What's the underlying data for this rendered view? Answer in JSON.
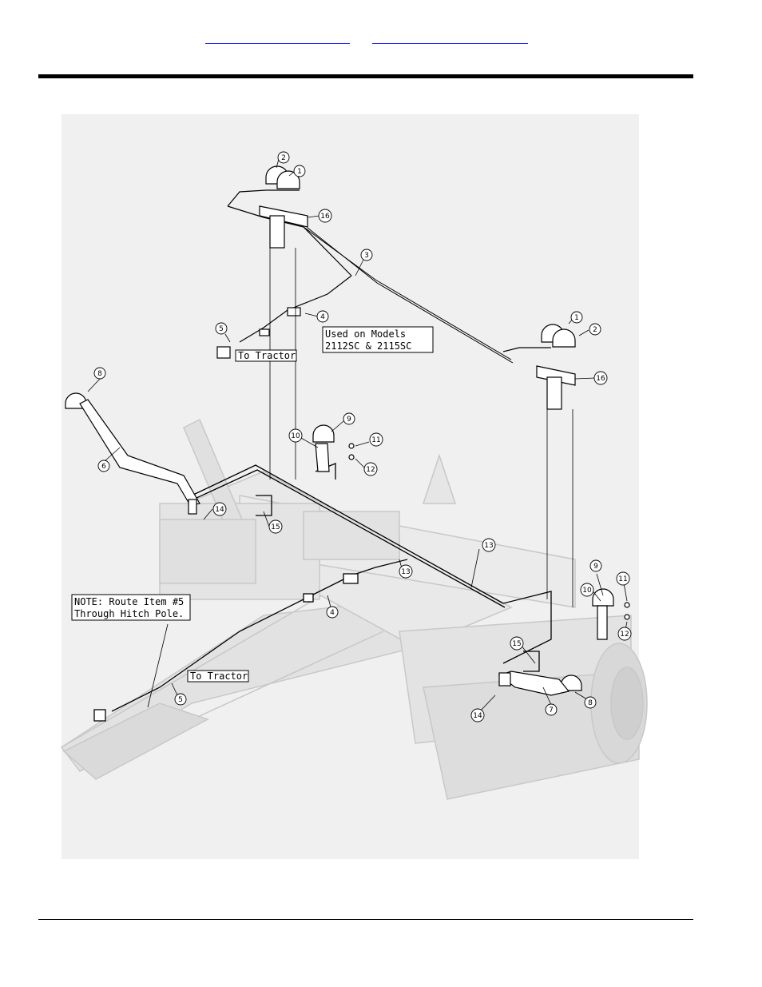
{
  "header": {
    "links": [
      "",
      ""
    ]
  },
  "diagram": {
    "callouts": {
      "c1a": "1",
      "c2a": "2",
      "c16a": "16",
      "c3": "3",
      "c4a": "4",
      "c5a": "5",
      "c1b": "1",
      "c2b": "2",
      "c16b": "16",
      "c8a": "8",
      "c6": "6",
      "c9a": "9",
      "c10a": "10",
      "c11a": "11",
      "c12a": "12",
      "c14a": "14",
      "c15a": "15",
      "c13a": "13",
      "c13b": "13",
      "c4b": "4",
      "c9b": "9",
      "c10b": "10",
      "c11b": "11",
      "c12b": "12",
      "c15b": "15",
      "c14b": "14",
      "c7": "7",
      "c8b": "8",
      "c5b": "5"
    },
    "notes": {
      "tractor_1": "To Tractor",
      "models_line1": "Used on Models",
      "models_line2": "2112SC & 2115SC",
      "note_line1": "NOTE: Route Item #5",
      "note_line2": "Through Hitch Pole.",
      "tractor_2": "To Tractor"
    }
  },
  "colors": {
    "ink": "#000000",
    "ghost": "#c8c8c8",
    "panel": "#f0f0f0",
    "link": "#1a1aff"
  }
}
